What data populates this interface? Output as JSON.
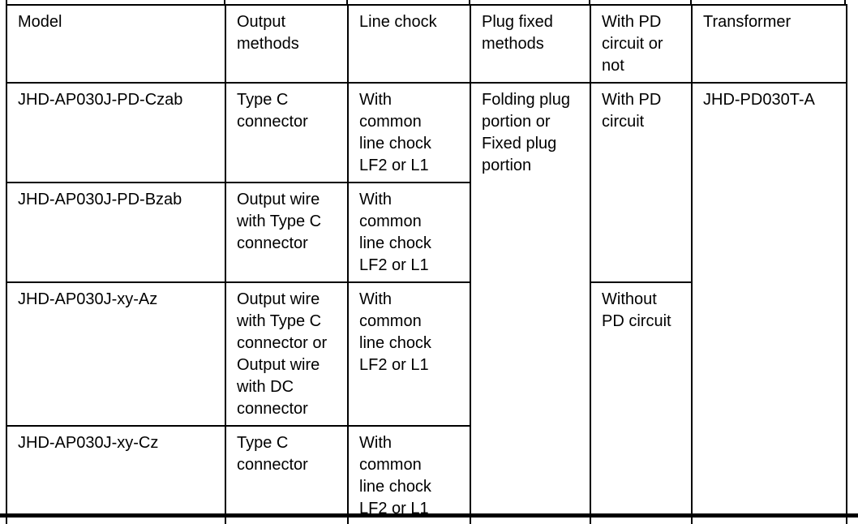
{
  "table": {
    "headers": [
      "Model",
      "Output\nmethods",
      "Line chock",
      "Plug fixed\nmethods",
      "With PD\ncircuit or\nnot",
      "Transformer"
    ],
    "rows": [
      {
        "model": "JHD-AP030J-PD-Czab",
        "output": "Type C\nconnector",
        "line_chock": "With\ncommon\nline chock\nLF2 or L1"
      },
      {
        "model": "JHD-AP030J-PD-Bzab",
        "output": "Output wire\nwith Type C\nconnector",
        "line_chock": "With\ncommon\nline chock\nLF2 or L1"
      },
      {
        "model": "JHD-AP030J-xy-Az",
        "output": "Output wire\nwith Type C\nconnector or\nOutput wire\nwith DC\nconnector",
        "line_chock": "With\ncommon\nline chock\nLF2 or L1"
      },
      {
        "model": "JHD-AP030J-xy-Cz",
        "output": "Type C\nconnector",
        "line_chock": "With\ncommon\nline chock\nLF2 or L1"
      }
    ],
    "merged": {
      "plug_fixed": "Folding plug\nportion or\nFixed plug\nportion",
      "pd_with": "With PD\ncircuit",
      "pd_without": "Without\nPD circuit",
      "transformer": "JHD-PD030T-A"
    }
  },
  "colors": {
    "border": "#000000",
    "text": "#000000",
    "background": "#ffffff"
  }
}
